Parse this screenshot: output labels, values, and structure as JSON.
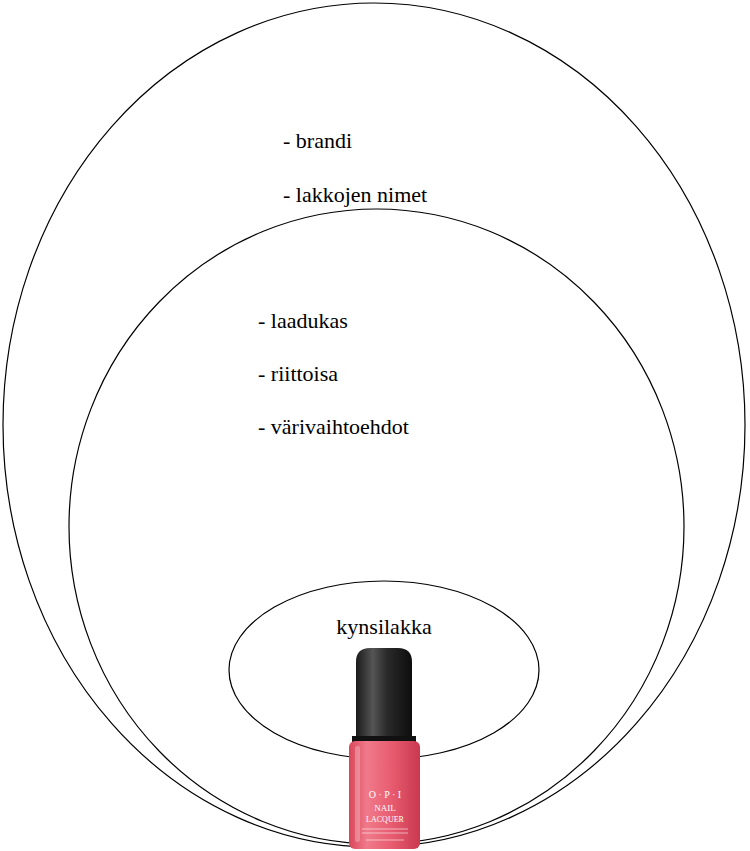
{
  "diagram": {
    "nodes": [
      {
        "text": [
          "- brandi",
          "- lakkojen nimet"
        ]
      },
      {
        "text": [
          "- laadukas",
          "- riittoisa",
          "- värivaihtoehdot"
        ],
        "in": 0
      },
      {
        "text": [
          "kynsilakka"
        ],
        "in": 1
      }
    ],
    "labels": [
      "O · P · I",
      "NAIL",
      "LACQUER"
    ]
  }
}
